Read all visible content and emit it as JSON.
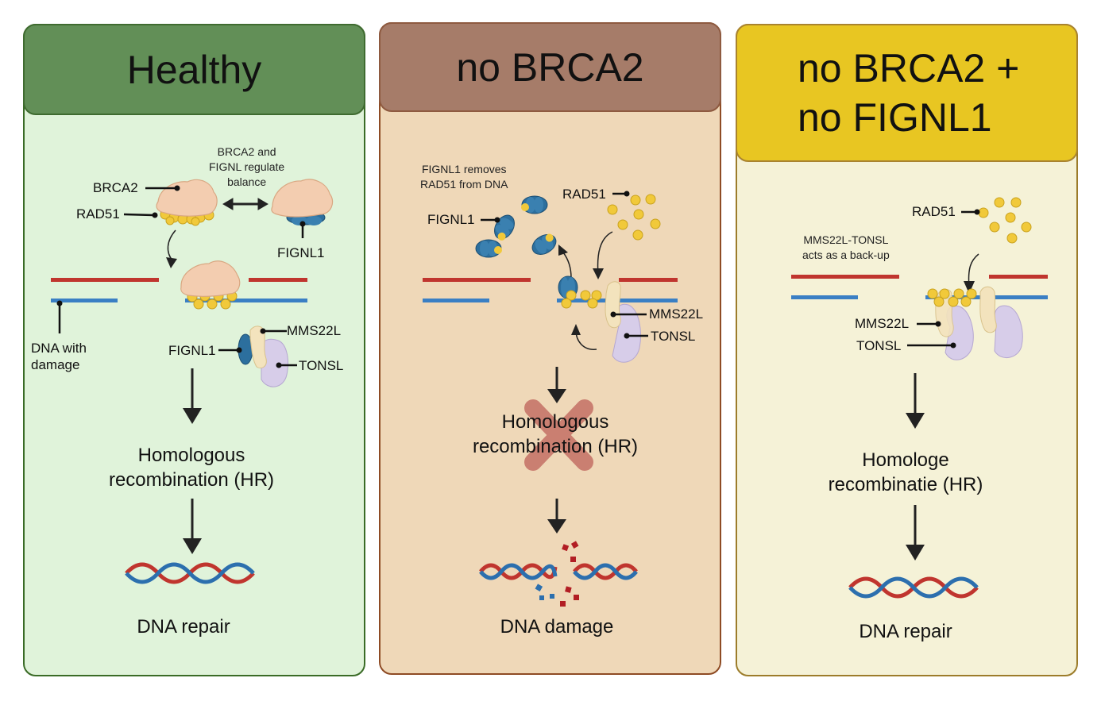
{
  "panels": [
    {
      "title": "Healthy",
      "colors": {
        "header": "#628f57",
        "body": "#e0f3da",
        "border": "#3a6b26"
      },
      "note": "BRCA2 and FIGNL regulate balance",
      "note_lines": [
        "BRCA2 and",
        "FIGNL regulate",
        "balance"
      ],
      "labels": {
        "brca2": "BRCA2",
        "rad51": "RAD51",
        "fignl1_top": "FIGNL1",
        "dna_damage": [
          "DNA with",
          "damage"
        ],
        "fignl1_complex": "FIGNL1",
        "mms22l": "MMS22L",
        "tonsl": "TONSL"
      },
      "process": [
        "Homologous",
        "recombination (HR)"
      ],
      "process_blocked": false,
      "outcome": "DNA repair"
    },
    {
      "title": "no BRCA2",
      "colors": {
        "header": "#a67c69",
        "body": "#efd8b8",
        "border": "#8e4b24"
      },
      "note_lines": [
        "FIGNL1 removes",
        "RAD51 from DNA"
      ],
      "labels": {
        "fignl1": "FIGNL1",
        "rad51": "RAD51",
        "mms22l": "MMS22L",
        "tonsl": "TONSL"
      },
      "process": [
        "Homologous",
        "recombination (HR)"
      ],
      "process_blocked": true,
      "blocked_mark_color": "#c97b6e",
      "outcome": "DNA damage"
    },
    {
      "title_lines": [
        "no BRCA2 +",
        "no FIGNL1"
      ],
      "colors": {
        "header": "#e8c622",
        "body": "#f5f2d7",
        "border": "#9c7c2a"
      },
      "note_lines": [
        "MMS22L-TONSL",
        "acts as a back-up"
      ],
      "labels": {
        "rad51": "RAD51",
        "mms22l": "MMS22L",
        "tonsl": "TONSL"
      },
      "process": [
        "Homologe",
        "recombinatie (HR)"
      ],
      "process_blocked": false,
      "outcome": "DNA repair"
    }
  ],
  "palette": {
    "dna_red": "#c0352e",
    "dna_blue": "#3a7fc4",
    "brca2": "#f3cdb0",
    "rad51": "#f1c93a",
    "fignl1": "#2c6f9e",
    "mms22l": "#f3e3bd",
    "tonsl": "#d7cde9",
    "arrow": "#222222"
  }
}
